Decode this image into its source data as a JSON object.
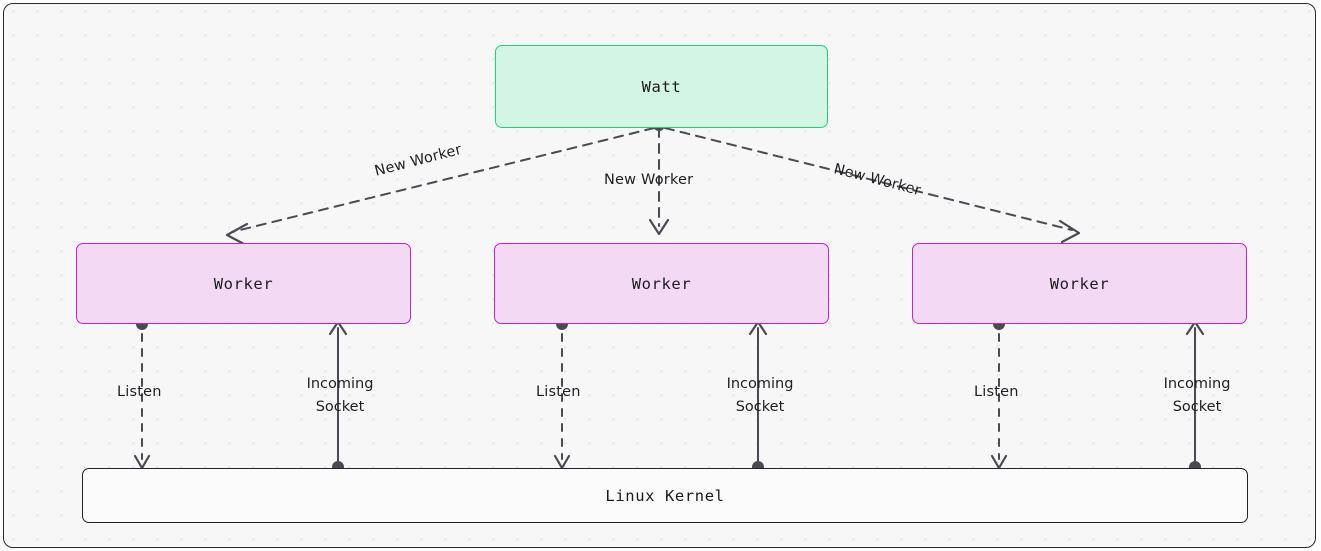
{
  "canvas": {
    "background_color": "#f7f7f8",
    "border_color": "#2b2b2b"
  },
  "nodes": {
    "watt": {
      "label": "Watt",
      "fill": "#d3f5e3",
      "stroke": "#21d07a"
    },
    "workers": [
      {
        "label": "Worker",
        "fill": "#f4d9f4",
        "stroke": "#c723c7"
      },
      {
        "label": "Worker",
        "fill": "#f4d9f4",
        "stroke": "#c723c7"
      },
      {
        "label": "Worker",
        "fill": "#f4d9f4",
        "stroke": "#c723c7"
      }
    ],
    "kernel": {
      "label": "Linux Kernel",
      "fill": "#fbfbfc",
      "stroke": "#21232b"
    }
  },
  "edges": {
    "new_worker": [
      {
        "label": "New Worker",
        "style": "dashed",
        "from": "watt",
        "to": "worker-1"
      },
      {
        "label": "New Worker",
        "style": "dashed",
        "from": "watt",
        "to": "worker-2"
      },
      {
        "label": "New Worker",
        "style": "dashed",
        "from": "watt",
        "to": "worker-3"
      }
    ],
    "listen": [
      {
        "label": "Listen",
        "style": "dashed",
        "from": "worker-1",
        "to": "kernel"
      },
      {
        "label": "Listen",
        "style": "dashed",
        "from": "worker-2",
        "to": "kernel"
      },
      {
        "label": "Listen",
        "style": "dashed",
        "from": "worker-3",
        "to": "kernel"
      }
    ],
    "incoming_socket": [
      {
        "label_line1": "Incoming",
        "label_line2": "Socket",
        "style": "solid",
        "from": "kernel",
        "to": "worker-1"
      },
      {
        "label_line1": "Incoming",
        "label_line2": "Socket",
        "style": "solid",
        "from": "kernel",
        "to": "worker-2"
      },
      {
        "label_line1": "Incoming",
        "label_line2": "Socket",
        "style": "solid",
        "from": "kernel",
        "to": "worker-3"
      }
    ],
    "line_color": "#4a4a55"
  }
}
